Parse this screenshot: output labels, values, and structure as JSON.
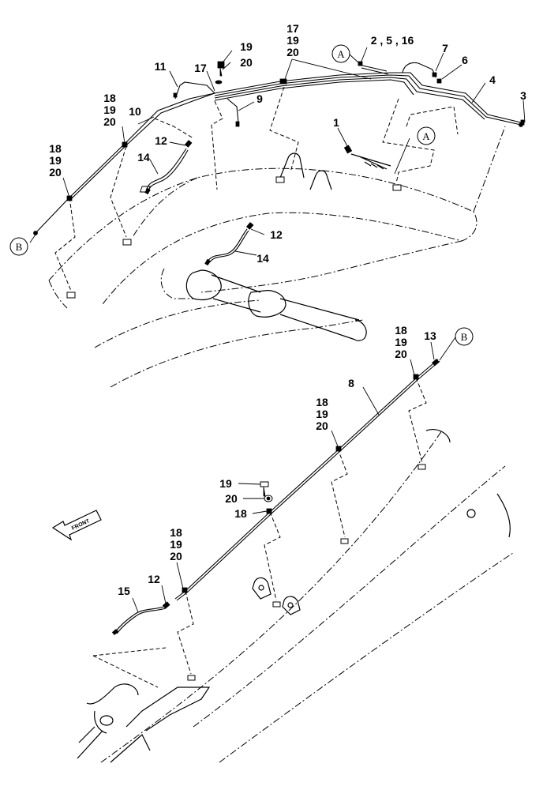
{
  "colors": {
    "line": "#000000",
    "background": "#ffffff"
  },
  "direction_label": "FRONT",
  "circle_refs": {
    "a_top": "A",
    "a_center": "A",
    "b_left": "B",
    "b_right": "B"
  },
  "top_view": {
    "label_17_19_20": [
      "17",
      "19",
      "20"
    ],
    "label_2_5_16": "2 , 5 , 16",
    "label_19": "19",
    "label_20": "20",
    "label_17": "17",
    "label_11": "11",
    "label_7": "7",
    "label_6": "6",
    "label_4": "4",
    "label_3": "3",
    "label_9": "9",
    "label_18_19_20_a": [
      "18",
      "19",
      "20"
    ],
    "label_10": "10",
    "label_1": "1",
    "label_12_a": "12",
    "label_14_a": "14",
    "label_18_19_20_b": [
      "18",
      "19",
      "20"
    ],
    "label_12_b": "12",
    "label_14_b": "14"
  },
  "bottom_view": {
    "label_18_19_20_c": [
      "18",
      "19",
      "20"
    ],
    "label_13": "13",
    "label_8": "8",
    "label_18_19_20_d": [
      "18",
      "19",
      "20"
    ],
    "label_19": "19",
    "label_20": "20",
    "label_18": "18",
    "label_18_19_20_e": [
      "18",
      "19",
      "20"
    ],
    "label_12": "12",
    "label_15": "15"
  }
}
